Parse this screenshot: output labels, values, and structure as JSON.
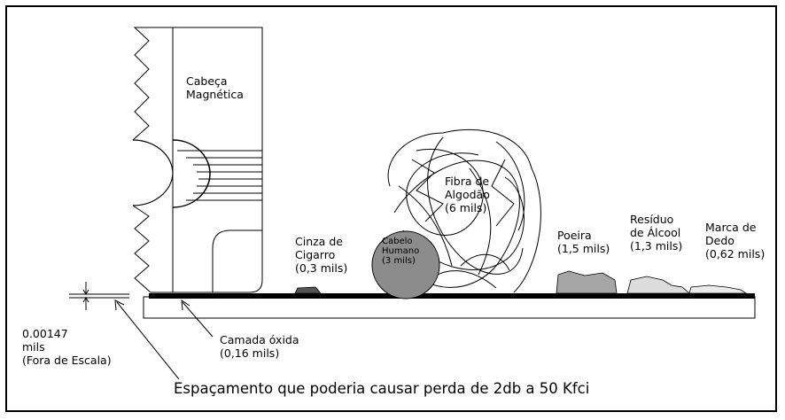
{
  "labels": {
    "head_line1": "Cabeça",
    "head_line2": "Magnética",
    "fiber_line1": "Fibra de",
    "fiber_line2": "Algodão",
    "fiber_line3": "(6 mils)",
    "hair_line1": "Cabelo",
    "hair_line2": "Humano",
    "hair_line3": "(3 mils)",
    "ash_line1": "Cinza de",
    "ash_line2": "Cigarro",
    "ash_line3": "(0,3 mils)",
    "dust_line1": "Poeira",
    "dust_line2": "(1,5 mils)",
    "alcohol_line1": "Resíduo",
    "alcohol_line2": "de Álcool",
    "alcohol_line3": "(1,3 mils)",
    "finger_line1": "Marca de",
    "finger_line2": "Dedo",
    "finger_line3": "(0,62 mils)",
    "gap_line1": "0.00147",
    "gap_line2": "mils",
    "gap_line3": "(Fora de Escala)",
    "oxide_line1": "Camada óxida",
    "oxide_line2": "(0,16 mils)"
  },
  "caption": "Espaçamento que poderia causar perda de 2db a 50 Kfci"
}
